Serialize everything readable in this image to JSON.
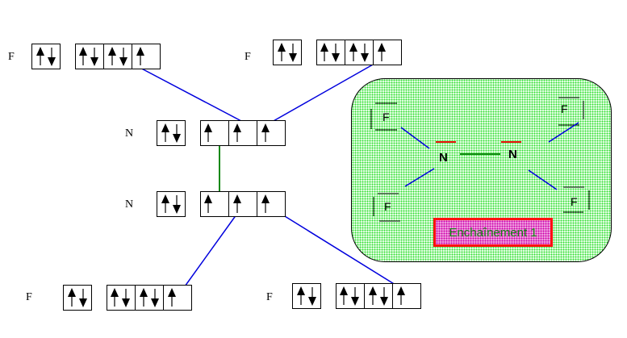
{
  "title": "Orbital diagram of N2F4 bonding",
  "colors": {
    "sigma_nf": "#0000dd",
    "sigma_nn": "#118811",
    "lone_pair_n": "#ee1111",
    "panel_fill": "#33dd33",
    "label_fill": "#dd33bb",
    "label_border": "#ff1010",
    "label_text": "#118811"
  },
  "atoms": [
    {
      "id": "F1",
      "symbol": "F",
      "s": "up-down",
      "p": [
        "up-down",
        "up-down",
        "up"
      ]
    },
    {
      "id": "F2",
      "symbol": "F",
      "s": "up-down",
      "p": [
        "up-down",
        "up-down",
        "up"
      ]
    },
    {
      "id": "N1",
      "symbol": "N",
      "s": "up-down",
      "p": [
        "up",
        "up",
        "up"
      ]
    },
    {
      "id": "N2",
      "symbol": "N",
      "s": "up-down",
      "p": [
        "up",
        "up",
        "up"
      ]
    },
    {
      "id": "F3",
      "symbol": "F",
      "s": "up-down",
      "p": [
        "up-down",
        "up-down",
        "up"
      ]
    },
    {
      "id": "F4",
      "symbol": "F",
      "s": "up-down",
      "p": [
        "up-down",
        "up-down",
        "up"
      ]
    }
  ],
  "bonds": [
    {
      "from": "F1.p3",
      "to": "N1.p2",
      "type": "sigma N-F"
    },
    {
      "from": "F2.p3",
      "to": "N1.p3",
      "type": "sigma N-F"
    },
    {
      "from": "N1.p1",
      "to": "N2.p1",
      "type": "sigma N-N"
    },
    {
      "from": "N2.p2",
      "to": "F3.p3",
      "type": "sigma N-F"
    },
    {
      "from": "N2.p3",
      "to": "F4.p3",
      "type": "sigma N-F"
    }
  ],
  "structure": {
    "atoms": [
      "F",
      "F",
      "N",
      "N",
      "F",
      "F"
    ],
    "label": "Enchaînement 1"
  }
}
